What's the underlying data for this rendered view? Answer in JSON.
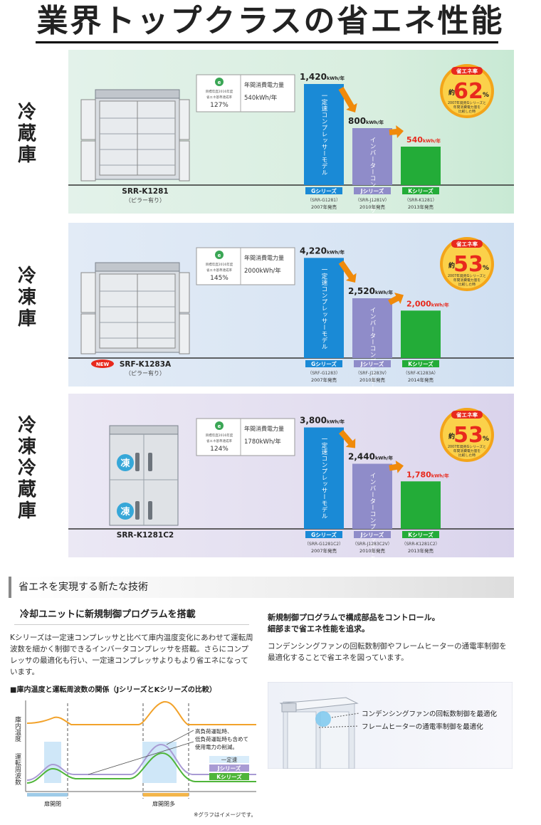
{
  "title": "業界トップクラスの省エネ性能",
  "chart_data": [
    {
      "type": "bar",
      "category": "冷蔵庫",
      "model": "SRR-K1281",
      "model_note": "（ピラー有り）",
      "new_badge": "",
      "seal": {
        "line1": "目標年度2016年度",
        "line2": "省エネ基準達成率",
        "rate": "127%"
      },
      "annual_label": "年間消費電力量",
      "annual_value": "540kWh/年",
      "unit": "kWh/年",
      "ylim": [
        0,
        1500
      ],
      "categories": [
        "Gシリーズ",
        "Jシリーズ",
        "Kシリーズ"
      ],
      "values": [
        1420,
        800,
        540
      ],
      "value_labels": [
        "1,420",
        "800",
        "540"
      ],
      "bar_texts": [
        "一定速コンプレッサーモデル",
        "インバーターコンプレッサーモデル",
        ""
      ],
      "models": [
        "（SRR-G1281）",
        "（SRR-J1281V）",
        "（SRR-K1281）"
      ],
      "years": [
        "2007年発売",
        "2010年発売",
        "2013年発売"
      ],
      "saving_label": "省エネ率",
      "saving_prefix": "約",
      "saving_value": "62",
      "saving_unit": "%",
      "saving_note": [
        "2007年発売Gシリーズと",
        "年間消費電力量を",
        "比較した時"
      ]
    },
    {
      "type": "bar",
      "category": "冷凍庫",
      "model": "SRF-K1283A",
      "model_note": "（ピラー有り）",
      "new_badge": "NEW",
      "seal": {
        "line1": "目標年度2016年度",
        "line2": "省エネ基準達成率",
        "rate": "145%"
      },
      "annual_label": "年間消費電力量",
      "annual_value": "2000kWh/年",
      "unit": "kWh/年",
      "ylim": [
        0,
        4500
      ],
      "categories": [
        "Gシリーズ",
        "Jシリーズ",
        "Kシリーズ"
      ],
      "values": [
        4220,
        2520,
        2000
      ],
      "value_labels": [
        "4,220",
        "2,520",
        "2,000"
      ],
      "bar_texts": [
        "一定速コンプレッサーモデル",
        "インバーターコンプレッサーモデル",
        ""
      ],
      "models": [
        "（SRF-G1283）",
        "（SRF-J1283V）",
        "（SRF-K1283A）"
      ],
      "years": [
        "2007年発売",
        "2010年発売",
        "2014年発売"
      ],
      "saving_label": "省エネ率",
      "saving_prefix": "約",
      "saving_value": "53",
      "saving_unit": "%",
      "saving_note": [
        "2007年発売Gシリーズと",
        "年間消費電力量を",
        "比較した時"
      ]
    },
    {
      "type": "bar",
      "category": "冷凍冷蔵庫",
      "model": "SRR-K1281C2",
      "model_note": "",
      "new_badge": "",
      "seal": {
        "line1": "目標年度2016年度",
        "line2": "省エネ基準達成率",
        "rate": "124%"
      },
      "annual_label": "年間消費電力量",
      "annual_value": "1780kWh/年",
      "unit": "kWh/年",
      "ylim": [
        0,
        4000
      ],
      "categories": [
        "Gシリーズ",
        "Jシリーズ",
        "Kシリーズ"
      ],
      "values": [
        3800,
        2440,
        1780
      ],
      "value_labels": [
        "3,800",
        "2,440",
        "1,780"
      ],
      "bar_texts": [
        "一定速コンプレッサーモデル",
        "インバーターコンプレッサーモデル",
        ""
      ],
      "models": [
        "（SRR-G1281C2）",
        "（SRR-J1283C2V）",
        "（SRR-K1281C2）"
      ],
      "years": [
        "2007年発売",
        "2010年発売",
        "2013年発売"
      ],
      "saving_label": "省エネ率",
      "saving_prefix": "約",
      "saving_value": "53",
      "saving_unit": "%",
      "saving_note": [
        "2007年発売Gシリーズと",
        "年間消費電力量を",
        "比較した時"
      ]
    }
  ],
  "door_badge": "凍",
  "section_title": "省エネを実現する新たな技術",
  "left": {
    "heading": "冷却ユニットに新規制御プログラムを搭載",
    "body": "Kシリーズは一定速コンプレッサと比べて庫内温度変化にあわせて運転周波数を細かく制御できるインバータコンプレッサを搭載。さらにコンプレッサの最適化も行い、一定速コンプレッサよりもより省エネになっています。",
    "graph_title": "■庫内温度と運転周波数の関係（JシリーズとKシリーズの比較）",
    "ylabel_top": "庫内温度",
    "ylabel_bottom": "運転周波数",
    "annotation": [
      "高負荷運転時、",
      "低負荷運転時も含めて",
      "使用電力の削減。"
    ],
    "legend": [
      "一定速",
      "Jシリーズ",
      "Kシリーズ"
    ],
    "x_labels": [
      "扉開閉",
      "扉開閉多"
    ],
    "footnote": "※グラフはイメージです。"
  },
  "right": {
    "heading_line1": "新規制御プログラムで構成部品をコントロール。",
    "heading_line2": "細部まで省エネ性能を追求。",
    "body": "コンデンシングファンの回転数制御やフレームヒーターの通電率制御を最適化することで省エネを図っています。",
    "callouts": [
      "コンデンシングファンの回転数制御を最適化",
      "フレームヒーターの通電率制御を最適化"
    ]
  },
  "colors": {
    "g_bar": "#1a8ad6",
    "j_bar": "#8f8cc9",
    "k_bar": "#23ac38",
    "arrow": "#f08a0a",
    "red_value": "#e8291d",
    "badge": "#f3a51a"
  }
}
